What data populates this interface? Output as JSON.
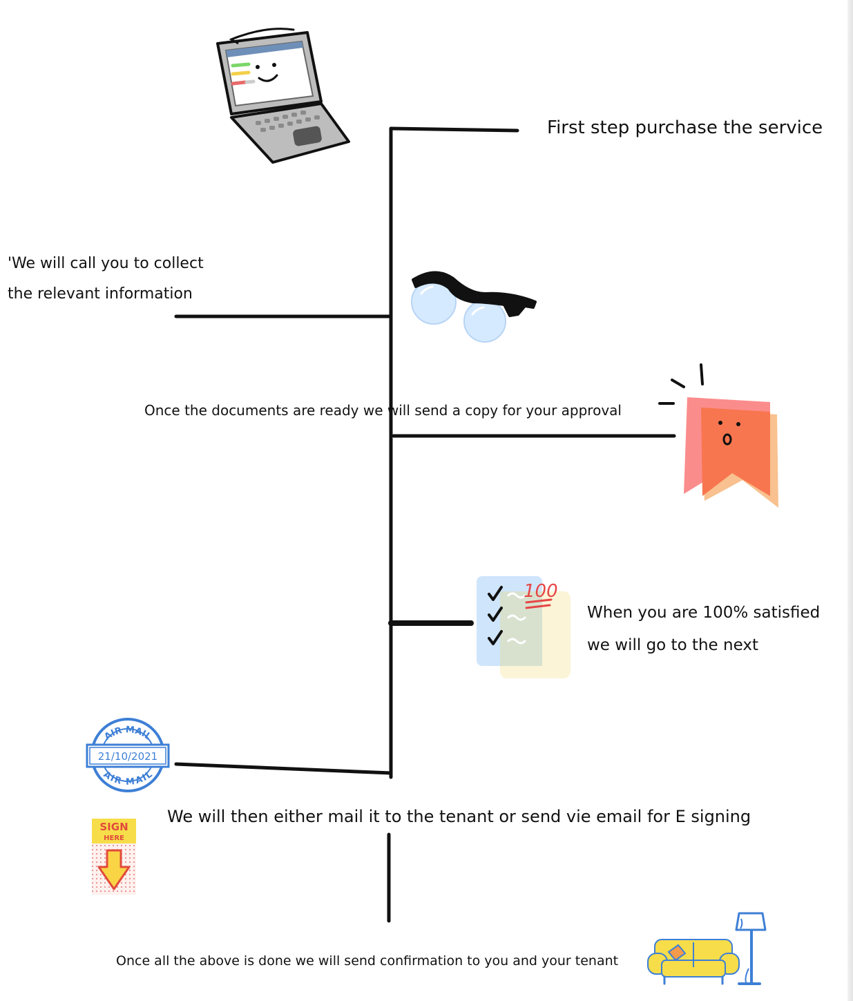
{
  "steps": [
    {
      "text": "First step purchase the service"
    },
    {
      "line1": "'We will call you to collect",
      "line2": "the relevant information"
    },
    {
      "text": "Once the documents are ready we will send a copy for your approval"
    },
    {
      "line1": "When you are 100% satisfied",
      "line2": "we will go to the next"
    },
    {
      "text": "We will then either mail it to the tenant or send vie email for E signing"
    },
    {
      "text": "Once all the above is done we will send confirmation to you and your tenant"
    }
  ],
  "stamp": {
    "top_text": "AIR MAIL",
    "date": "21/10/2021",
    "bottom_text": "AIR MAIL"
  },
  "sign_sticker": {
    "title": "SIGN",
    "subtitle": "HERE"
  },
  "score_badge": "100",
  "icons": [
    "laptop-icon",
    "glasses-icon",
    "bookmark-icon",
    "checklist-icon",
    "airmail-stamp-icon",
    "sign-here-icon",
    "sofa-lamp-icon"
  ],
  "colors": {
    "line": "#111111",
    "stamp_blue": "#3d7fd6",
    "bookmark": "#f8764f",
    "sign_yellow": "#f7dd4a"
  }
}
